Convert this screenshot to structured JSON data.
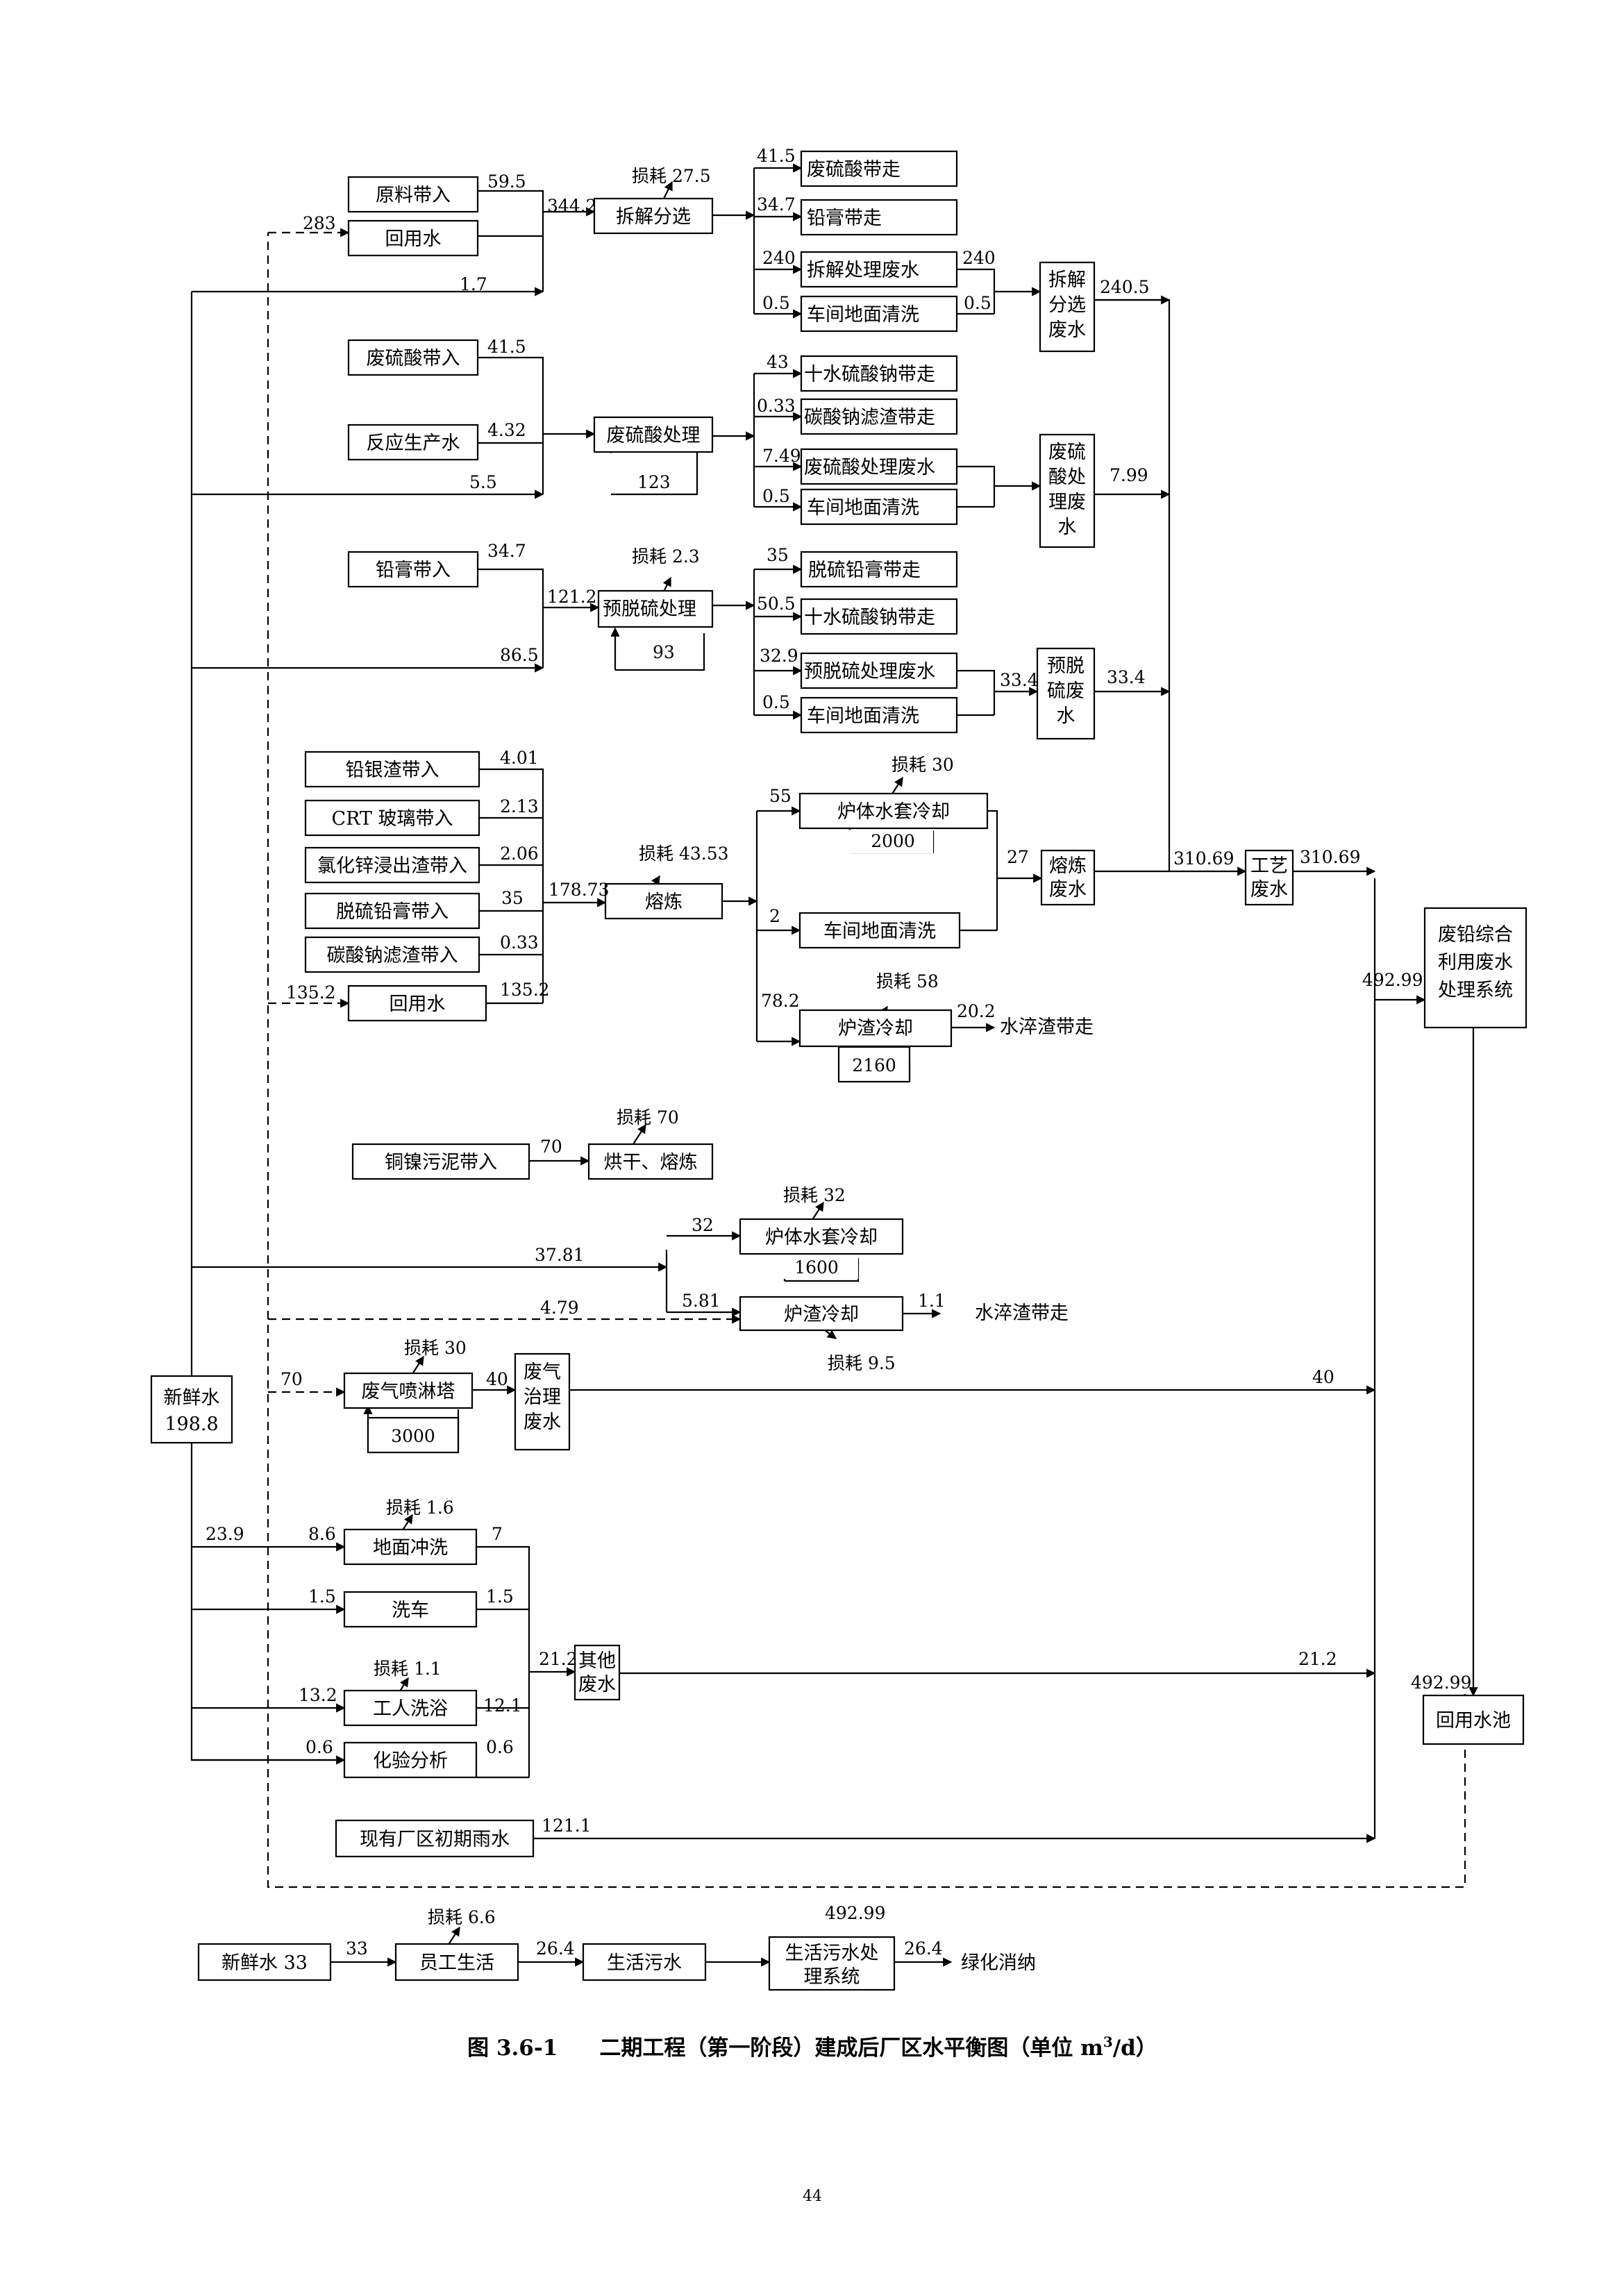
{
  "boxes": [
    {
      "id": "b_ylbr",
      "lines": [
        "原料带入"
      ]
    },
    {
      "id": "b_hys1",
      "lines": [
        "回用水"
      ]
    },
    {
      "id": "b_cjfx",
      "lines": [
        "拆解分选"
      ]
    },
    {
      "id": "b_fslz",
      "lines": [
        "废硫酸带走"
      ]
    },
    {
      "id": "b_qgdz",
      "lines": [
        "铅膏带走"
      ]
    },
    {
      "id": "b_cjcl",
      "lines": [
        "拆解处理废水"
      ]
    },
    {
      "id": "b_cjqx1",
      "lines": [
        "车间地面清洗"
      ]
    },
    {
      "id": "b_cjfxfs",
      "lines": [
        "拆解",
        "分选",
        "废水"
      ]
    },
    {
      "id": "b_fslr",
      "lines": [
        "废硫酸带入"
      ]
    },
    {
      "id": "b_fysc",
      "lines": [
        "反应生产水"
      ]
    },
    {
      "id": "b_fscl",
      "lines": [
        "废硫酸处理"
      ]
    },
    {
      "id": "b_ssln",
      "lines": [
        "十水硫酸钠带走"
      ]
    },
    {
      "id": "b_tslz",
      "lines": [
        "碳酸钠滤渣带走"
      ]
    },
    {
      "id": "b_fsclfs",
      "lines": [
        "废硫酸处理废水"
      ]
    },
    {
      "id": "b_cjqx2",
      "lines": [
        "车间地面清洗"
      ]
    },
    {
      "id": "b_fsclfs2",
      "lines": [
        "废硫",
        "酸处",
        "理废",
        "水"
      ]
    },
    {
      "id": "b_qgbr",
      "lines": [
        "铅膏带入"
      ]
    },
    {
      "id": "b_ytl",
      "lines": [
        "预脱硫处理"
      ]
    },
    {
      "id": "b_tlqg",
      "lines": [
        "脱硫铅膏带走"
      ]
    },
    {
      "id": "b_ssln2",
      "lines": [
        "十水硫酸钠带走"
      ]
    },
    {
      "id": "b_ytlfs",
      "lines": [
        "预脱硫处理废水"
      ]
    },
    {
      "id": "b_cjqx3",
      "lines": [
        "车间地面清洗"
      ]
    },
    {
      "id": "b_ytlfs2",
      "lines": [
        "预脱",
        "硫废",
        "水"
      ]
    },
    {
      "id": "b_qyz",
      "lines": [
        "铅银渣带入"
      ]
    },
    {
      "id": "b_crt",
      "lines": [
        "CRT 玻璃带入"
      ]
    },
    {
      "id": "b_lhx",
      "lines": [
        "氯化锌浸出渣带入"
      ]
    },
    {
      "id": "b_tlqg2",
      "lines": [
        "脱硫铅膏带入"
      ]
    },
    {
      "id": "b_tslz2",
      "lines": [
        "碳酸钠滤渣带入"
      ]
    },
    {
      "id": "b_hys2",
      "lines": [
        "回用水"
      ]
    },
    {
      "id": "b_rl",
      "lines": [
        "熔炼"
      ]
    },
    {
      "id": "b_ltsj1",
      "lines": [
        "炉体水套冷却"
      ]
    },
    {
      "id": "b_2000",
      "lines": [
        "2000"
      ]
    },
    {
      "id": "b_cjqx4",
      "lines": [
        "车间地面清洗"
      ]
    },
    {
      "id": "b_lzlq1",
      "lines": [
        "炉渣冷却"
      ]
    },
    {
      "id": "b_2160",
      "lines": [
        "2160"
      ]
    },
    {
      "id": "b_rlfs",
      "lines": [
        "熔炼",
        "废水"
      ]
    },
    {
      "id": "b_gyfs",
      "lines": [
        "工艺",
        "废水"
      ]
    },
    {
      "id": "b_fqzh",
      "lines": [
        "废铅综合",
        "利用废水",
        "处理系统"
      ]
    },
    {
      "id": "b_tnwn",
      "lines": [
        "铜镍污泥带入"
      ]
    },
    {
      "id": "b_hgrl",
      "lines": [
        "烘干、熔炼"
      ]
    },
    {
      "id": "b_ltsj2",
      "lines": [
        "炉体水套冷却"
      ]
    },
    {
      "id": "b_1600",
      "lines": [
        "1600"
      ]
    },
    {
      "id": "b_lzlq2",
      "lines": [
        "炉渣冷却"
      ]
    },
    {
      "id": "b_fqpl",
      "lines": [
        "废气喷淋塔"
      ]
    },
    {
      "id": "b_3000",
      "lines": [
        "3000"
      ]
    },
    {
      "id": "b_fqzlfs",
      "lines": [
        "废气",
        "治理",
        "废水"
      ]
    },
    {
      "id": "b_xxs",
      "lines": [
        "新鲜水",
        "198.8"
      ]
    },
    {
      "id": "b_dmcx",
      "lines": [
        "地面冲洗"
      ]
    },
    {
      "id": "b_xc",
      "lines": [
        "洗车"
      ]
    },
    {
      "id": "b_grxy",
      "lines": [
        "工人洗浴"
      ]
    },
    {
      "id": "b_hyfx",
      "lines": [
        "化验分析"
      ]
    },
    {
      "id": "b_qtfs",
      "lines": [
        "其他",
        "废水"
      ]
    },
    {
      "id": "b_hysc",
      "lines": [
        "回用水池"
      ]
    },
    {
      "id": "b_cqys",
      "lines": [
        "现有厂区初期雨水"
      ]
    },
    {
      "id": "b_xxs33",
      "lines": [
        "新鲜水 33"
      ]
    },
    {
      "id": "b_ygsh",
      "lines": [
        "员工生活"
      ]
    },
    {
      "id": "b_shws",
      "lines": [
        "生活污水"
      ]
    },
    {
      "id": "b_shwscl",
      "lines": [
        "生活污水处",
        "理系统"
      ]
    }
  ],
  "labels": [
    "59.5",
    "283",
    "1.7",
    "344.2",
    "损耗 27.5",
    "41.5",
    "34.7",
    "240",
    "0.5",
    "240",
    "0.5",
    "240.5",
    "41.5",
    "4.32",
    "5.5",
    "123",
    "43",
    "0.33",
    "7.49",
    "0.5",
    "7.99",
    "34.7",
    "86.5",
    "121.2",
    "损耗 2.3",
    "93",
    "35",
    "50.5",
    "32.9",
    "0.5",
    "33.4",
    "33.4",
    "4.01",
    "2.13",
    "2.06",
    "35",
    "0.33",
    "135.2",
    "135.2",
    "178.73",
    "损耗 43.53",
    "55",
    "损耗 30",
    "27",
    "2",
    "78.2",
    "损耗 58",
    "20.2",
    "水淬渣带走",
    "310.69",
    "310.69",
    "492.99",
    "70",
    "损耗 70",
    "损耗 32",
    "37.81",
    "32",
    "5.81",
    "4.79",
    "1.1",
    "水淬渣带走",
    "损耗 9.5",
    "损耗 30",
    "70",
    "40",
    "40",
    "23.9",
    "损耗 1.6",
    "8.6",
    "7",
    "1.5",
    "1.5",
    "损耗 1.1",
    "13.2",
    "12.1",
    "0.6",
    "0.6",
    "21.2",
    "21.2",
    "492.99",
    "121.1",
    "492.99",
    "33",
    "损耗 6.6",
    "26.4",
    "26.4",
    "绿化消纳"
  ],
  "caption": {
    "number": "图 3.6-1",
    "title": "二期工程（第一阶段）建成后厂区水平衡图（单位 m",
    "unit_sup": "3",
    "unit_end": "/d）"
  },
  "page_number": "44"
}
